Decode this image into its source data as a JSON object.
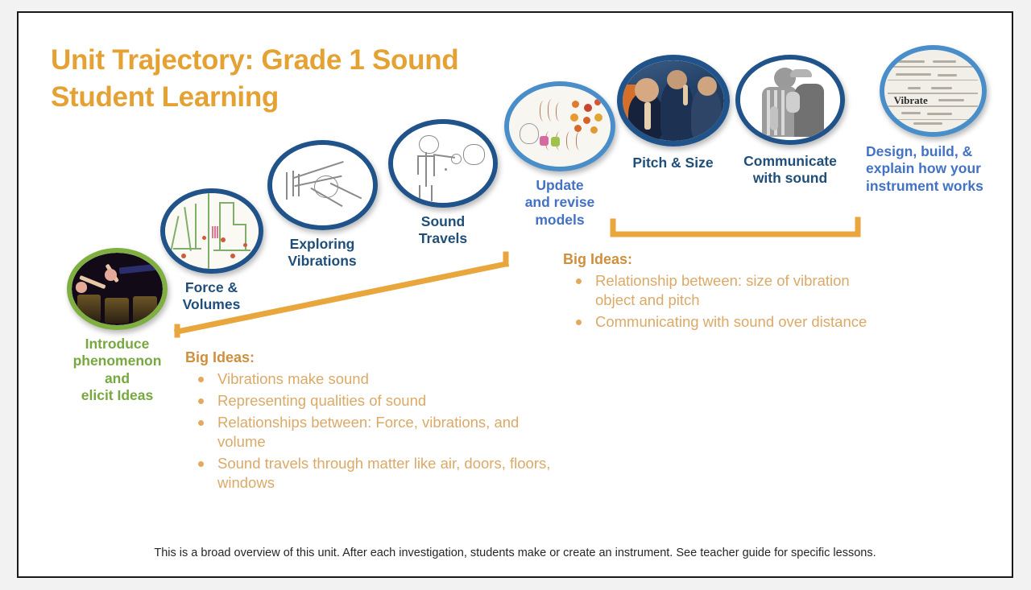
{
  "slide": {
    "title_line1": "Unit Trajectory: Grade 1 Sound",
    "title_line2": "Student Learning",
    "footer": "This is a broad overview of this unit. After each investigation, students make or create an instrument. See teacher guide for specific lessons."
  },
  "colors": {
    "title_orange": "#e5a234",
    "bracket_orange": "#e8a63c",
    "bullet_orange": "#dba968",
    "bigideas_head": "#cf8f3e",
    "navy": "#1f4e79",
    "blue": "#4372c4",
    "green": "#76a83f",
    "circle_navy_border": "#20538a",
    "circle_lightblue_border": "#4a8ec9",
    "circle_green_border": "#7fae41",
    "slide_border": "#1a1a1a",
    "page_background": "#f2f2f2"
  },
  "nodes": [
    {
      "id": "introduce-phenomenon",
      "label": "Introduce\nphenomenon\nand\nelicit Ideas",
      "label_lines": [
        "Introduce",
        "phenomenon",
        "and",
        "elicit Ideas"
      ],
      "border_color": "#7fae41",
      "text_color": "#76a83f",
      "art": "photo-drums"
    },
    {
      "id": "force-and-volumes",
      "label": "Force &\nVolumes",
      "label_lines": [
        "Force &",
        "Volumes"
      ],
      "border_color": "#20538a",
      "text_color": "#1f4e79",
      "art": "student-drawing"
    },
    {
      "id": "exploring-vibrations",
      "label": "Exploring\nVibrations",
      "label_lines": [
        "Exploring",
        "Vibrations"
      ],
      "border_color": "#20538a",
      "text_color": "#1f4e79",
      "art": "line-drawing-hand"
    },
    {
      "id": "sound-travels",
      "label": "Sound\nTravels",
      "label_lines": [
        "Sound",
        "Travels"
      ],
      "border_color": "#20538a",
      "text_color": "#1f4e79",
      "art": "line-drawing-child"
    },
    {
      "id": "update-and-revise-models",
      "label": "Update\nand revise\nmodels",
      "label_lines": [
        "Update",
        "and revise",
        "models"
      ],
      "border_color": "#4a8ec9",
      "text_color": "#4372c4",
      "art": "student-model"
    },
    {
      "id": "pitch-and-size",
      "label": "Pitch & Size",
      "label_lines": [
        "Pitch & Size"
      ],
      "border_color": "#20538a",
      "text_color": "#1f4e79",
      "art": "photo-students"
    },
    {
      "id": "communicate-with-sound",
      "label": "Communicate\nwith sound",
      "label_lines": [
        "Communicate",
        "with sound"
      ],
      "border_color": "#20538a",
      "text_color": "#1f4e79",
      "art": "photo-boy-cup-phone"
    },
    {
      "id": "design-build-explain",
      "label": "Design, build, &\nexplain how your\ninstrument works",
      "label_lines": [
        "Design, build, &",
        "explain how your",
        "instrument works"
      ],
      "border_color": "#4a8ec9",
      "text_color": "#4372c4",
      "art": "student-writing"
    }
  ],
  "big_ideas_left": {
    "heading": "Big Ideas:",
    "items": [
      "Vibrations make sound",
      "Representing qualities of sound",
      "Relationships between: Force, vibrations, and volume",
      "Sound travels through matter like air, doors, floors, windows"
    ]
  },
  "big_ideas_right": {
    "heading": "Big Ideas:",
    "items": [
      "Relationship between: size of vibration object and pitch",
      "Communicating with sound over distance"
    ]
  },
  "art_text": {
    "handwriting_word": "Vibrate"
  }
}
